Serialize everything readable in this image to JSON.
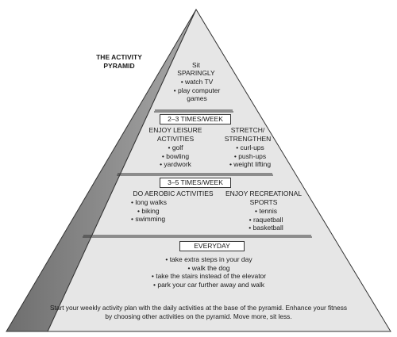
{
  "title": "THE ACTIVITY PYRAMID",
  "tier1": {
    "heading_line1": "Sit",
    "heading_line2": "SPARINGLY",
    "items": [
      "watch TV",
      "play computer games"
    ]
  },
  "tier2": {
    "label": "2–3 TIMES/WEEK",
    "left_heading": "ENJOY LEISURE ACTIVITIES",
    "left_items": [
      "golf",
      "bowling",
      "yardwork"
    ],
    "right_heading": "STRETCH/ STRENGTHEN",
    "right_items": [
      "curl-ups",
      "push-ups",
      "weight lifting"
    ]
  },
  "tier3": {
    "label": "3–5 TIMES/WEEK",
    "left_heading": "DO AEROBIC ACTIVITIES",
    "left_items": [
      "long walks",
      "biking",
      "swimming"
    ],
    "right_heading": "ENJOY RECREATIONAL SPORTS",
    "right_items": [
      "tennis",
      "raquetball",
      "basketball"
    ]
  },
  "tier4": {
    "label": "EVERYDAY",
    "items": [
      "take extra steps in your day",
      "walk the dog",
      "take the stairs instead of the elevator",
      "park your car further away and walk"
    ]
  },
  "footer": "Start your weekly activity plan with the daily activities at the base of the pyramid. Enhance your fitness by choosing other activities on the pyramid. Move more, sit less."
}
